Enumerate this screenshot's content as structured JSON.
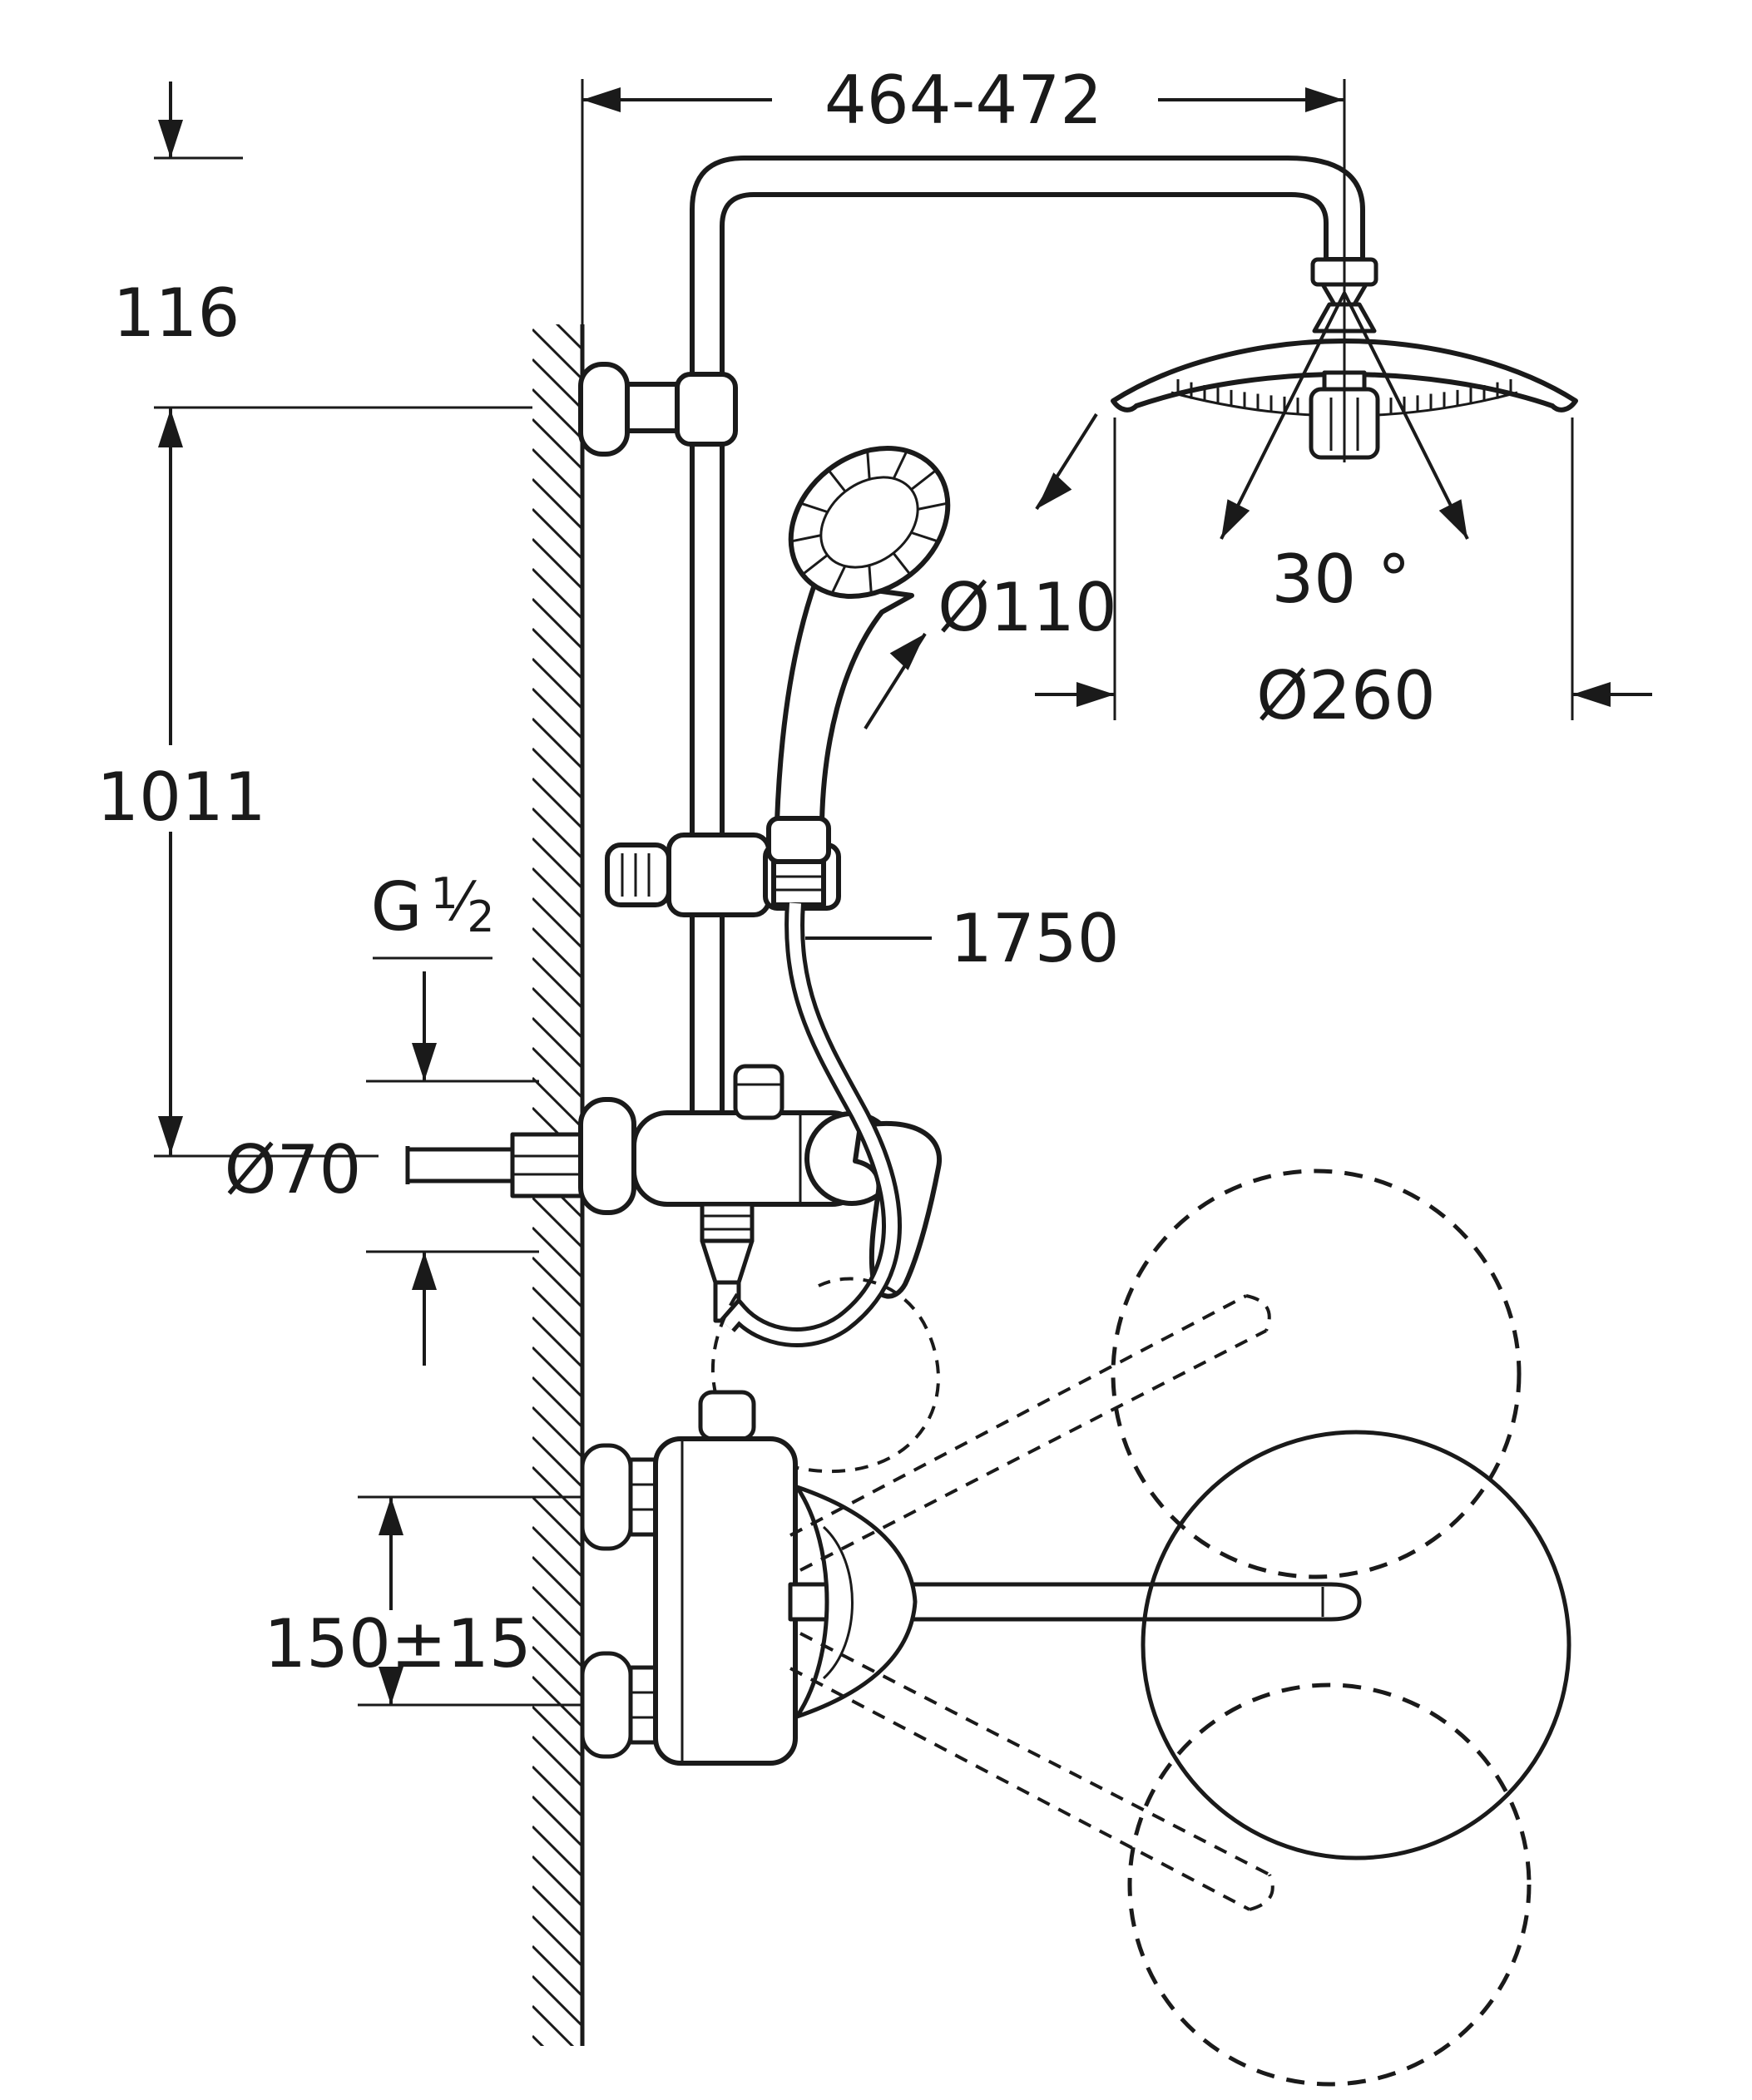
{
  "drawing": {
    "type": "technical-dimension-drawing",
    "subject": "wall-mounted shower system with head shower, hand shower and mixer",
    "dimensions": {
      "top_width": "464-472",
      "top_offset": "116",
      "rail_height": "1011",
      "thread": {
        "label": "G",
        "numerator": "1",
        "separator": "⁄",
        "denominator": "2"
      },
      "escutcheon_diameter": "Ø70",
      "hand_shower_diameter": "Ø110",
      "head_swivel_angle": "30 °",
      "head_shower_diameter": "Ø260",
      "hose_length": "1750",
      "connection_spacing": "150±15"
    },
    "colors": {
      "line": "#1a1a1a",
      "background": "#ffffff"
    }
  }
}
